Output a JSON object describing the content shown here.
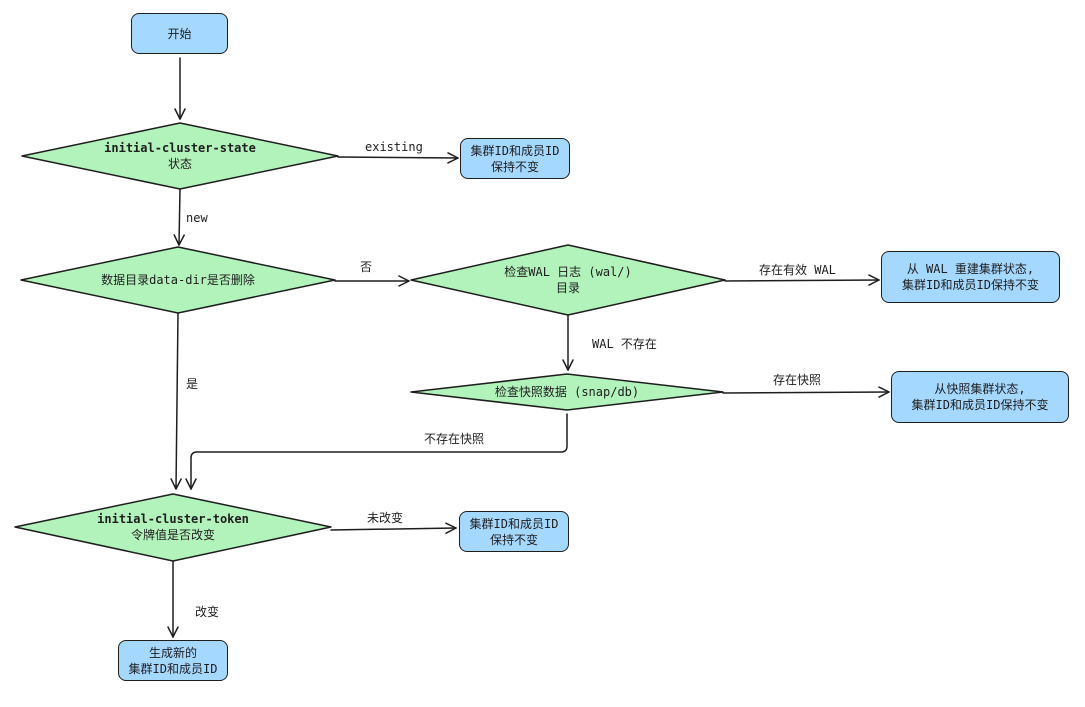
{
  "nodes": {
    "start": "开始",
    "d1": {
      "line1": "initial-cluster-state",
      "line2": "状态"
    },
    "r1": {
      "line1": "集群ID和成员ID",
      "line2": "保持不变"
    },
    "d2": {
      "line1": "数据目录data-dir是否删除"
    },
    "d3": {
      "line1": "检查WAL 日志 (wal/)",
      "line2": "目录"
    },
    "r3": {
      "line1": "从 WAL 重建集群状态,",
      "line2": "集群ID和成员ID保持不变"
    },
    "d4": {
      "line1": "检查快照数据 (snap/db)"
    },
    "r4": {
      "line1": "从快照集群状态,",
      "line2": "集群ID和成员ID保持不变"
    },
    "d5": {
      "line1": "initial-cluster-token",
      "line2": "令牌值是否改变"
    },
    "r5": {
      "line1": "集群ID和成员ID",
      "line2": "保持不变"
    },
    "end": {
      "line1": "生成新的",
      "line2": "集群ID和成员ID"
    }
  },
  "edges": {
    "existing": "existing",
    "new": "new",
    "no": "否",
    "yes": "是",
    "wal_valid": "存在有效 WAL",
    "wal_missing": "WAL 不存在",
    "snap_exists": "存在快照",
    "snap_missing": "不存在快照",
    "unchanged": "未改变",
    "changed": "改变"
  },
  "colors": {
    "process": "#a5d8ff",
    "decision": "#b2f2bb",
    "stroke": "#1e1e1e"
  }
}
